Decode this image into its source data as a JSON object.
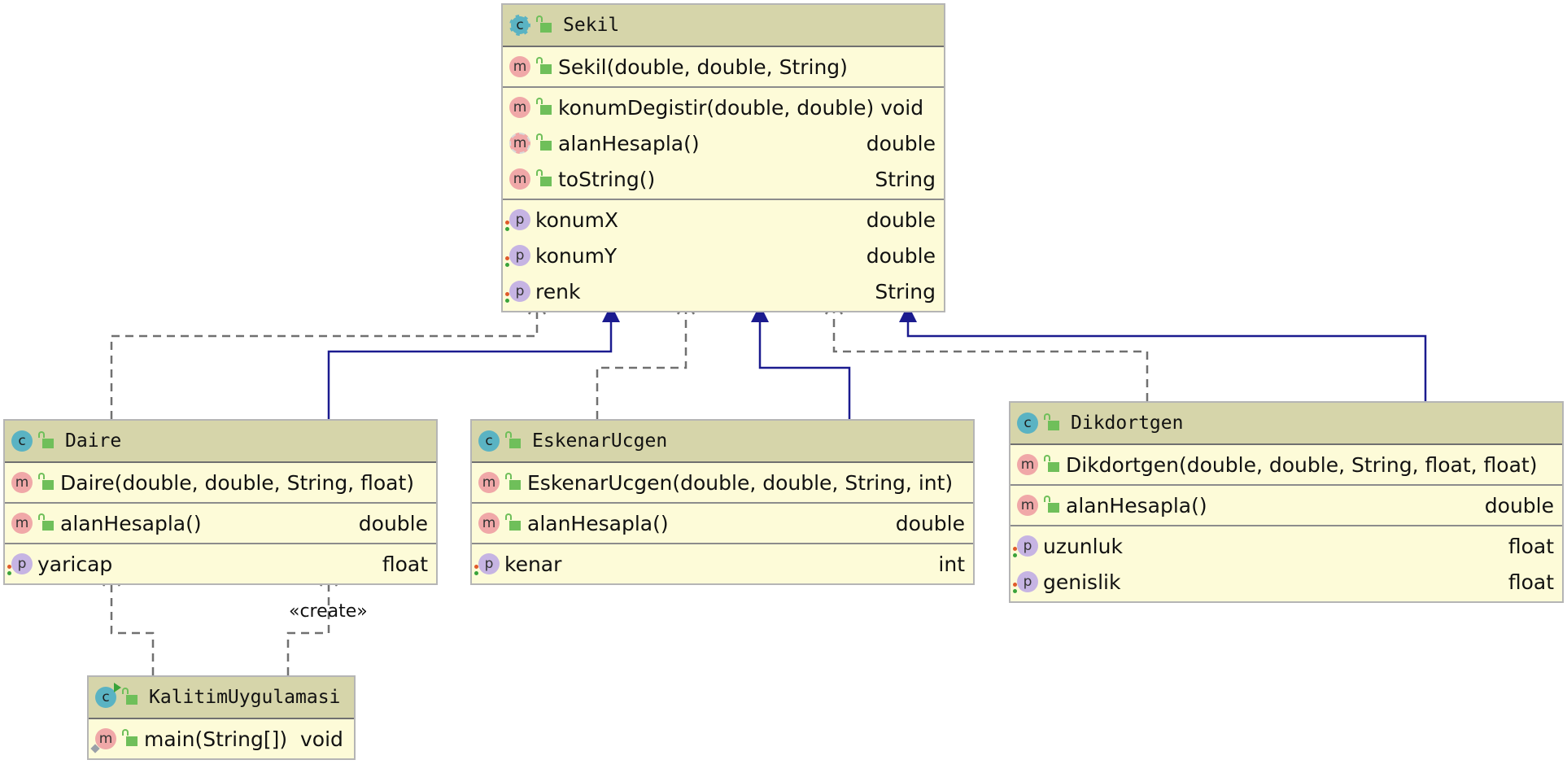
{
  "diagram": {
    "classes": {
      "sekil": {
        "name": "Sekil",
        "constructor": {
          "name": "Sekil(double, double, String)"
        },
        "methods": [
          {
            "name": "konumDegistir(double, double)",
            "type": "void"
          },
          {
            "name": "alanHesapla()",
            "type": "double"
          },
          {
            "name": "toString()",
            "type": "String"
          }
        ],
        "properties": [
          {
            "name": "konumX",
            "type": "double"
          },
          {
            "name": "konumY",
            "type": "double"
          },
          {
            "name": "renk",
            "type": "String"
          }
        ]
      },
      "daire": {
        "name": "Daire",
        "constructor": {
          "name": "Daire(double, double, String, float)"
        },
        "methods": [
          {
            "name": "alanHesapla()",
            "type": "double"
          }
        ],
        "properties": [
          {
            "name": "yaricap",
            "type": "float"
          }
        ]
      },
      "eskenarucgen": {
        "name": "EskenarUcgen",
        "constructor": {
          "name": "EskenarUcgen(double, double, String, int)"
        },
        "methods": [
          {
            "name": "alanHesapla()",
            "type": "double"
          }
        ],
        "properties": [
          {
            "name": "kenar",
            "type": "int"
          }
        ]
      },
      "dikdortgen": {
        "name": "Dikdortgen",
        "constructor": {
          "name": "Dikdortgen(double, double, String, float, float)"
        },
        "methods": [
          {
            "name": "alanHesapla()",
            "type": "double"
          }
        ],
        "properties": [
          {
            "name": "uzunluk",
            "type": "float"
          },
          {
            "name": "genislik",
            "type": "float"
          }
        ]
      },
      "kalitim": {
        "name": "KalitimUygulamasi",
        "methods": [
          {
            "name": "main(String[])",
            "type": "void"
          }
        ]
      }
    },
    "edge_labels": {
      "create": "«create»"
    },
    "colors": {
      "header": "#d6d5aa",
      "body": "#fdfbd8",
      "inheritance": "#1b1b8f",
      "dependency": "#707070"
    }
  }
}
